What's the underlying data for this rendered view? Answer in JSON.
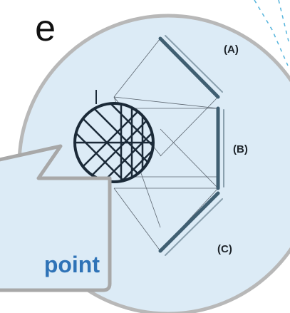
{
  "partial_title_text": "e",
  "callout": {
    "label": "point"
  },
  "mirror_labels": {
    "a": "(A)",
    "b": "(B)",
    "c": "(C)"
  },
  "colors": {
    "background": "#ffffff",
    "magnifier_fill": "#dcebf6",
    "magnifier_border": "#b8b8b8",
    "callout_fill": "#dcebf6",
    "callout_border": "#a8a8a8",
    "accent_text": "#2f73b7",
    "mirror_dark": "#405f72",
    "line_dark": "#1b2a38",
    "dashed_arc": "#55b4dc"
  }
}
